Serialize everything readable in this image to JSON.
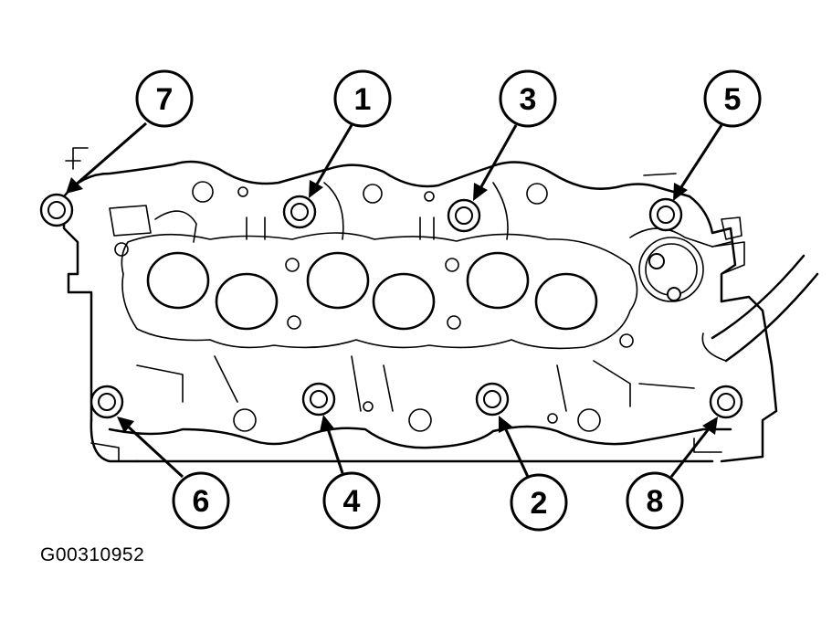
{
  "figure_id": "G00310952",
  "callouts": [
    {
      "label": "1"
    },
    {
      "label": "2"
    },
    {
      "label": "3"
    },
    {
      "label": "4"
    },
    {
      "label": "5"
    },
    {
      "label": "6"
    },
    {
      "label": "7"
    },
    {
      "label": "8"
    }
  ]
}
